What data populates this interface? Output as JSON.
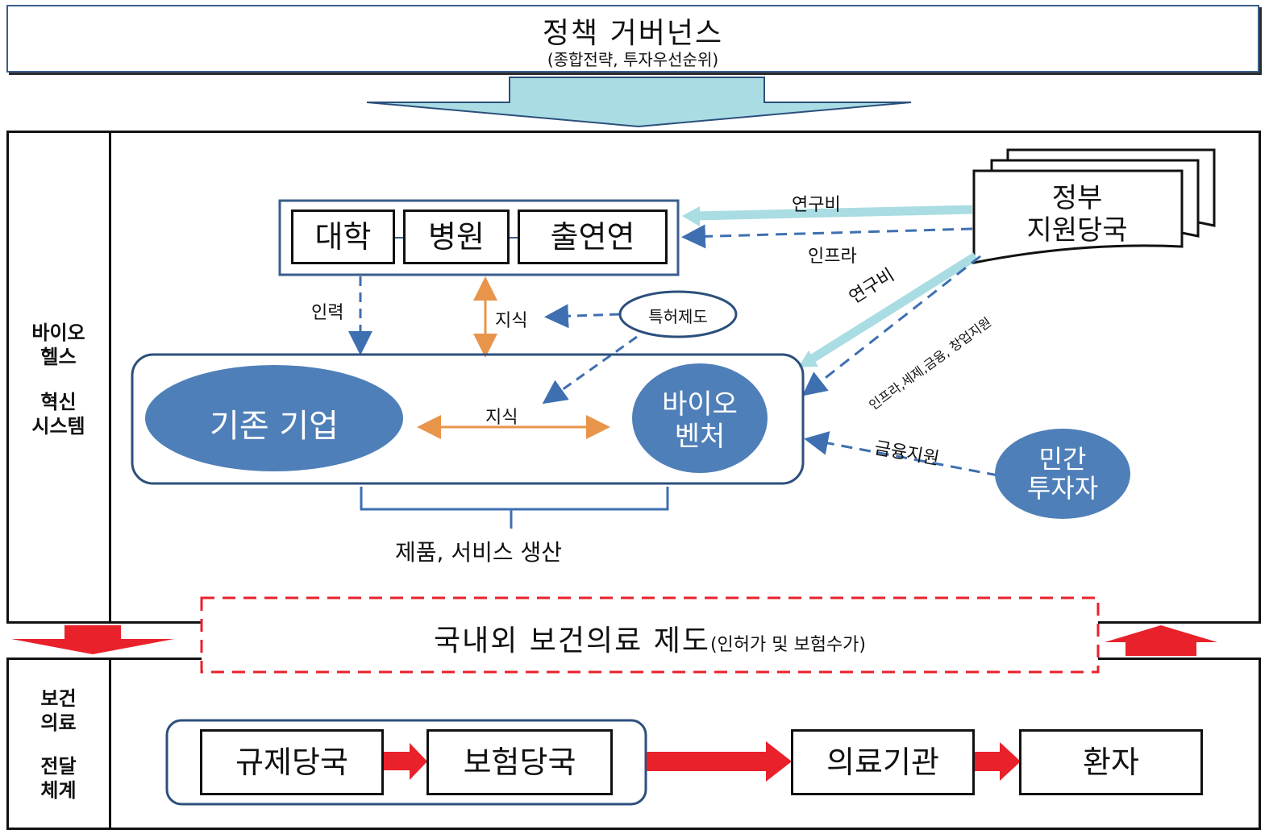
{
  "governance": {
    "title": "정책 거버넌스",
    "subtitle": "(종합전략, 투자우선순위)"
  },
  "bio_system": {
    "side_label_1": "바이오\n헬스",
    "side_label_2": "혁신\n시스템"
  },
  "research": {
    "university": "대학",
    "hospital": "병원",
    "institute": "출연연"
  },
  "government": {
    "label": "정부\n지원당국"
  },
  "labels": {
    "rnd_top": "연구비",
    "infra_top": "인프라",
    "rnd_diag": "연구비",
    "support_diag": "인프라,세제,금융, 창업지원",
    "manpower": "인력",
    "knowledge_top": "지식",
    "knowledge_mid": "지식",
    "finance": "금융지원",
    "production": "제품, 서비스 생산"
  },
  "patent": "특허제도",
  "firms": {
    "existing": "기존 기업",
    "venture": "바이오\n벤처"
  },
  "investor": "민간\n투자자",
  "healthcare_policy": {
    "main": "국내외 보건의료 제도",
    "note": "(인허가 및 보험수가)"
  },
  "delivery": {
    "side_label_1": "보건\n의료",
    "side_label_2": "전달\n체계",
    "regulator": "규제당국",
    "insurer": "보험당국",
    "medical": "의료기관",
    "patient": "환자"
  },
  "colors": {
    "light_blue": "#a9dce3",
    "dash_blue": "#3e6fb0",
    "ellipse_blue": "#4f7fb8",
    "orange": "#e8944a",
    "red": "#e8212b"
  }
}
